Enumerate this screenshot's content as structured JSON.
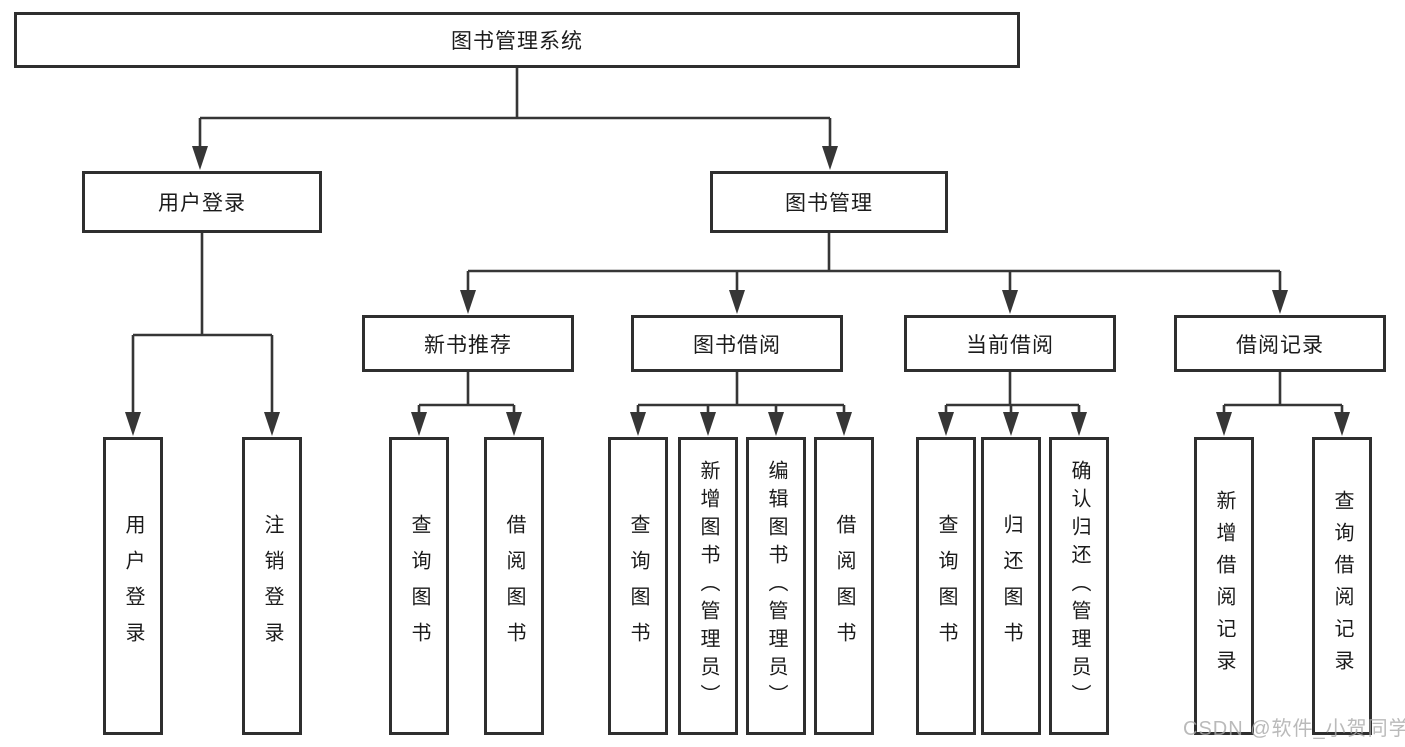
{
  "tree": {
    "label": "图书管理系统",
    "children": [
      {
        "label": "用户登录",
        "children": [
          {
            "label": "用户登录"
          },
          {
            "label": "注销登录"
          }
        ]
      },
      {
        "label": "图书管理",
        "children": [
          {
            "label": "新书推荐",
            "children": [
              {
                "label": "查询图书"
              },
              {
                "label": "借阅图书"
              }
            ]
          },
          {
            "label": "图书借阅",
            "children": [
              {
                "label": "查询图书"
              },
              {
                "label": "新增图书（管理员）"
              },
              {
                "label": "编辑图书（管理员）"
              },
              {
                "label": "借阅图书"
              }
            ]
          },
          {
            "label": "当前借阅",
            "children": [
              {
                "label": "查询图书"
              },
              {
                "label": "归还图书"
              },
              {
                "label": "确认归还（管理员）"
              }
            ]
          },
          {
            "label": "借阅记录",
            "children": [
              {
                "label": "新增借阅记录"
              },
              {
                "label": "查询借阅记录"
              }
            ]
          }
        ]
      }
    ]
  },
  "watermark": "CSDN @软件_小贺同学",
  "colors": {
    "line": "#363636",
    "border": "#2f2f2f",
    "text": "#1b1b1b",
    "watermark": "#a9a9a9",
    "background": "#ffffff"
  }
}
